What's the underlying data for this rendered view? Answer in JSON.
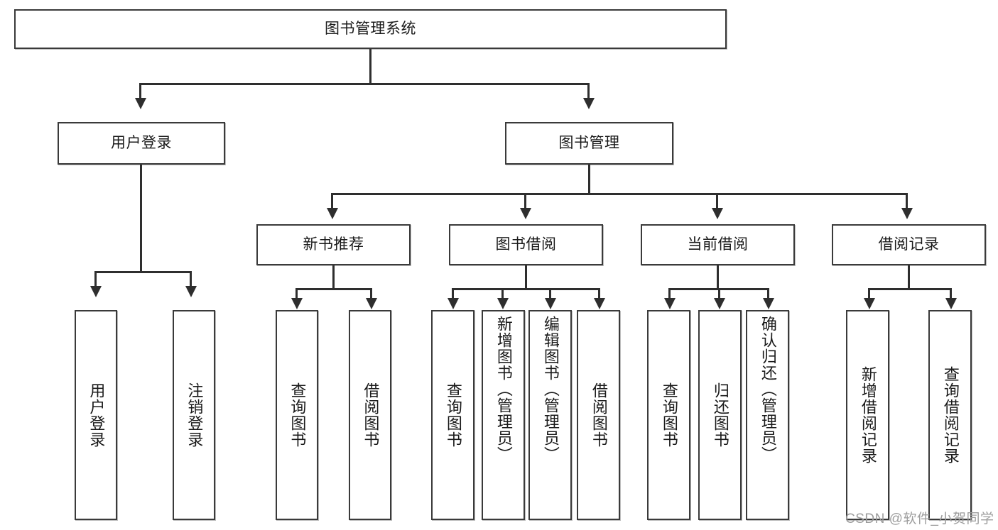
{
  "diagram": {
    "title": "图书管理系统",
    "type": "tree-hierarchy-diagram",
    "root": {
      "label": "图书管理系统"
    },
    "level2": [
      {
        "label": "用户登录"
      },
      {
        "label": "图书管理"
      }
    ],
    "level3": [
      {
        "label": "新书推荐"
      },
      {
        "label": "图书借阅"
      },
      {
        "label": "当前借阅"
      },
      {
        "label": "借阅记录"
      }
    ],
    "leaves": [
      {
        "label": "用户登录"
      },
      {
        "label": "注销登录"
      },
      {
        "label": "查询图书"
      },
      {
        "label": "借阅图书"
      },
      {
        "label": "查询图书"
      },
      {
        "label": "新增图书（管理员）"
      },
      {
        "label": "编辑图书（管理员）"
      },
      {
        "label": "借阅图书"
      },
      {
        "label": "查询图书"
      },
      {
        "label": "归还图书"
      },
      {
        "label": "确认归还（管理员）"
      },
      {
        "label": "新增借阅记录"
      },
      {
        "label": "查询借阅记录"
      }
    ]
  },
  "watermark": {
    "text": "CSDN @软件_小贺同学"
  },
  "colors": {
    "border": "#3a3a3a",
    "connector": "#2e2e2e",
    "background": "#ffffff",
    "text": "#1a1a1a",
    "watermark": "#9d9d9d"
  }
}
